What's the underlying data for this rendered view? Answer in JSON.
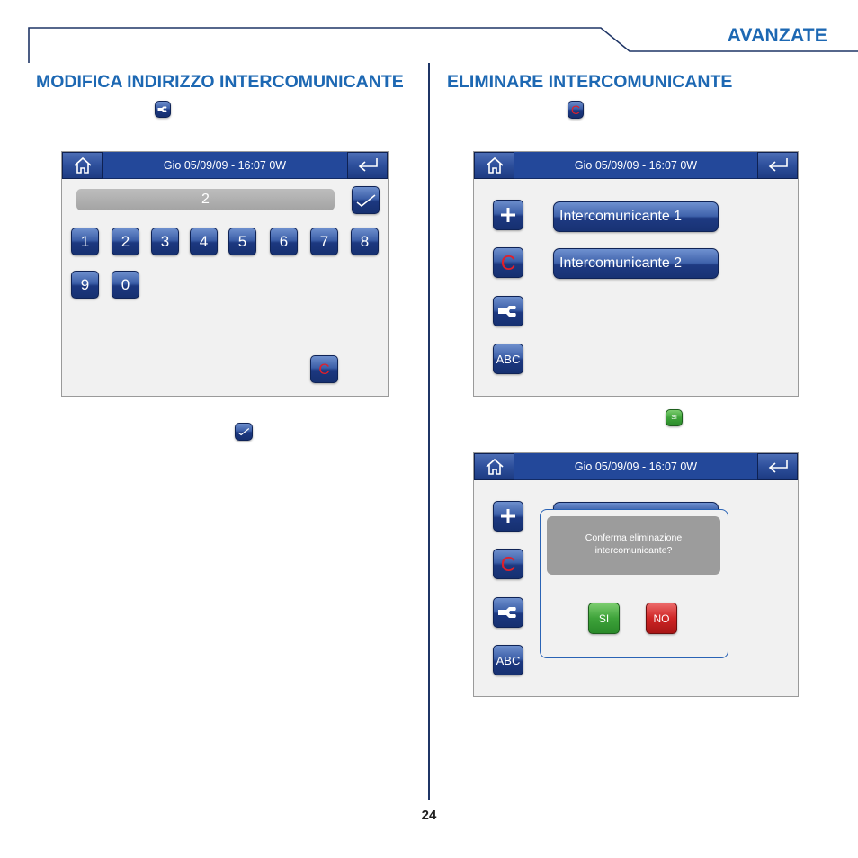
{
  "header": {
    "section": "AVANZATE",
    "page_number": "24"
  },
  "left": {
    "title": "MODIFICA INDIRIZZO INTERCOMUNICANTE",
    "screen": {
      "datetime": "Gio 05/09/09 - 16:07   0W",
      "field_value": "2",
      "keys": [
        "1",
        "2",
        "3",
        "4",
        "5",
        "6",
        "7",
        "8",
        "9",
        "0"
      ],
      "clear_label": "C"
    }
  },
  "right": {
    "title": "ELIMINARE INTERCOMUNICANTE",
    "inline_c": "C",
    "inline_si": "SI",
    "screen1": {
      "datetime": "Gio 05/09/09 - 16:07   0W",
      "side_c": "C",
      "side_abc": "ABC",
      "items": [
        "Intercomunicante 1",
        "Intercomunicante 2"
      ]
    },
    "screen2": {
      "datetime": "Gio 05/09/09 - 16:07   0W",
      "side_c": "C",
      "side_abc": "ABC",
      "dialog_line1": "Conferma eliminazione",
      "dialog_line2": "intercomunicante?",
      "yes_label": "SI",
      "no_label": "NO"
    }
  },
  "colors": {
    "accent": "#1d68b3",
    "bar": "#23489a",
    "divider": "#1f3566"
  }
}
